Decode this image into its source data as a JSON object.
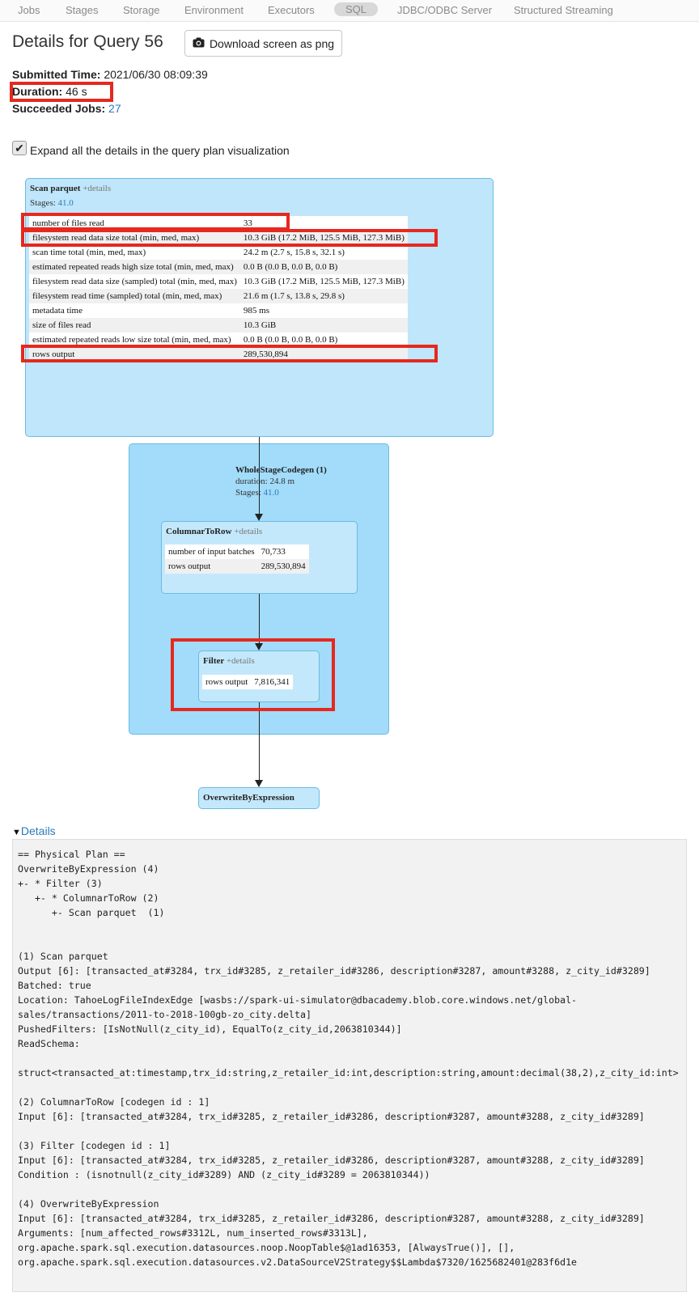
{
  "nav": {
    "tabs": [
      "Jobs",
      "Stages",
      "Storage",
      "Environment",
      "Executors",
      "SQL",
      "JDBC/ODBC Server",
      "Structured Streaming"
    ],
    "active": "SQL"
  },
  "header": {
    "title": "Details for Query 56",
    "download_label": "Download screen as png"
  },
  "summary": {
    "submitted_label": "Submitted Time:",
    "submitted_value": "2021/06/30 08:09:39",
    "duration_label": "Duration:",
    "duration_value": "46 s",
    "jobs_label": "Succeeded Jobs:",
    "jobs_value": "27"
  },
  "expand": {
    "label": "Expand all the details in the query plan visualization",
    "checked": true
  },
  "graph": {
    "scan": {
      "title": "Scan parquet",
      "details": "+details",
      "stages_label": "Stages:",
      "stages_value": "41.0",
      "metrics": [
        [
          "number of files read",
          "33"
        ],
        [
          "filesystem read data size total (min, med, max)",
          "10.3 GiB (17.2 MiB, 125.5 MiB, 127.3 MiB)"
        ],
        [
          "scan time total (min, med, max)",
          "24.2 m (2.7 s, 15.8 s, 32.1 s)"
        ],
        [
          "estimated repeated reads high size total (min, med, max)",
          "0.0 B (0.0 B, 0.0 B, 0.0 B)"
        ],
        [
          "filesystem read data size (sampled) total (min, med, max)",
          "10.3 GiB (17.2 MiB, 125.5 MiB, 127.3 MiB)"
        ],
        [
          "filesystem read time (sampled) total (min, med, max)",
          "21.6 m (1.7 s, 13.8 s, 29.8 s)"
        ],
        [
          "metadata time",
          "985 ms"
        ],
        [
          "size of files read",
          "10.3 GiB"
        ],
        [
          "estimated repeated reads low size total (min, med, max)",
          "0.0 B (0.0 B, 0.0 B, 0.0 B)"
        ],
        [
          "rows output",
          "289,530,894"
        ]
      ]
    },
    "wsc": {
      "title": "WholeStageCodegen (1)",
      "duration": "duration: 24.8 m",
      "stages_label": "Stages:",
      "stages_value": "41.0"
    },
    "c2r": {
      "title": "ColumnarToRow",
      "details": "+details",
      "metrics": [
        [
          "number of input batches",
          "70,733"
        ],
        [
          "rows output",
          "289,530,894"
        ]
      ]
    },
    "filter": {
      "title": "Filter",
      "details": "+details",
      "metrics": [
        [
          "rows output",
          "7,816,341"
        ]
      ]
    },
    "overwrite": {
      "title": "OverwriteByExpression"
    }
  },
  "details": {
    "toggle_label": "Details",
    "plan_text": "== Physical Plan ==\nOverwriteByExpression (4)\n+- * Filter (3)\n   +- * ColumnarToRow (2)\n      +- Scan parquet  (1)\n\n\n(1) Scan parquet\nOutput [6]: [transacted_at#3284, trx_id#3285, z_retailer_id#3286, description#3287, amount#3288, z_city_id#3289]\nBatched: true\nLocation: TahoeLogFileIndexEdge [wasbs://spark-ui-simulator@dbacademy.blob.core.windows.net/global-\nsales/transactions/2011-to-2018-100gb-zo_city.delta]\nPushedFilters: [IsNotNull(z_city_id), EqualTo(z_city_id,2063810344)]\nReadSchema:\n\nstruct<transacted_at:timestamp,trx_id:string,z_retailer_id:int,description:string,amount:decimal(38,2),z_city_id:int>\n\n(2) ColumnarToRow [codegen id : 1]\nInput [6]: [transacted_at#3284, trx_id#3285, z_retailer_id#3286, description#3287, amount#3288, z_city_id#3289]\n\n(3) Filter [codegen id : 1]\nInput [6]: [transacted_at#3284, trx_id#3285, z_retailer_id#3286, description#3287, amount#3288, z_city_id#3289]\nCondition : (isnotnull(z_city_id#3289) AND (z_city_id#3289 = 2063810344))\n\n(4) OverwriteByExpression\nInput [6]: [transacted_at#3284, trx_id#3285, z_retailer_id#3286, description#3287, amount#3288, z_city_id#3289]\nArguments: [num_affected_rows#3312L, num_inserted_rows#3313L],\norg.apache.spark.sql.execution.datasources.noop.NoopTable$@1ad16353, [AlwaysTrue()], [],\norg.apache.spark.sql.execution.datasources.v2.DataSourceV2Strategy$$Lambda$7320/1625682401@283f6d1e"
  }
}
